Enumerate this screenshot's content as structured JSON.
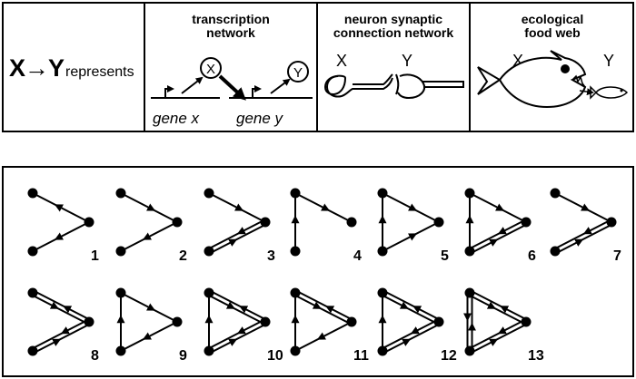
{
  "legend": {
    "x_to_y": "X→Y",
    "represents": "represents"
  },
  "transcription": {
    "title_line1": "transcription",
    "title_line2": "network",
    "gene_x": "gene x",
    "gene_y": "gene y",
    "node_x": "X",
    "node_y": "Y"
  },
  "neuron": {
    "title_line1": "neuron synaptic",
    "title_line2": "connection network",
    "label_x": "X",
    "label_y": "Y"
  },
  "food_web": {
    "title_line1": "ecological",
    "title_line2": "food web",
    "label_x": "X",
    "label_y": "Y"
  },
  "motifs": [
    {
      "label": "1"
    },
    {
      "label": "2"
    },
    {
      "label": "3"
    },
    {
      "label": "4"
    },
    {
      "label": "5"
    },
    {
      "label": "6"
    },
    {
      "label": "7"
    },
    {
      "label": "8"
    },
    {
      "label": "9"
    },
    {
      "label": "10"
    },
    {
      "label": "11"
    },
    {
      "label": "12"
    },
    {
      "label": "13"
    }
  ]
}
